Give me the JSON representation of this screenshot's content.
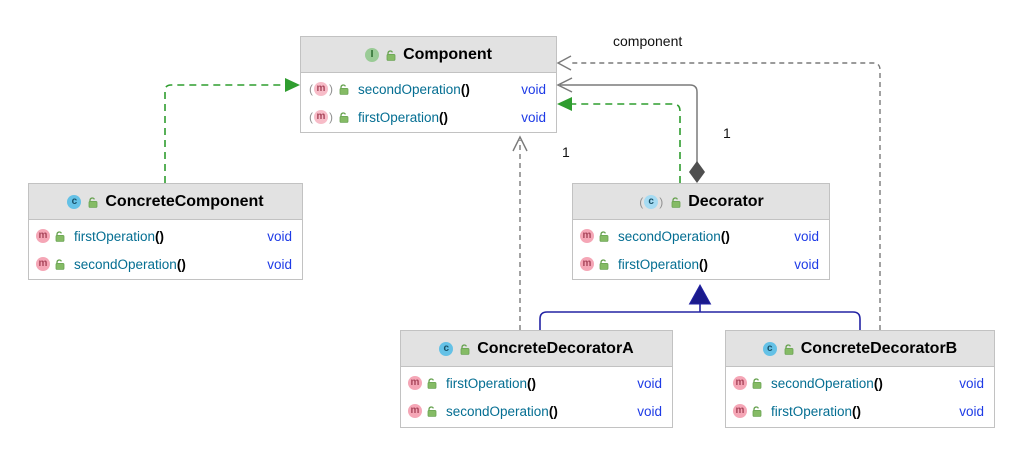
{
  "diagram_type": "uml-class-diagram (Decorator design pattern)",
  "icons": {
    "interface_letter": "I",
    "class_letter": "c",
    "method_letter": "m",
    "abstract_paren_open": "(",
    "abstract_paren_close": ")",
    "visibility_icon": "public-unlocked-padlock"
  },
  "colors": {
    "box_header_bg": "#e2e2e2",
    "box_border": "#c2c2c2",
    "method_name": "#046e92",
    "return_type": "#1e3be6",
    "realization_green": "#2f9d2f",
    "association_gray": "#7a7a7a",
    "inheritance_navy": "#2323a4",
    "diamond_fill": "#4f4f4f"
  },
  "classes": [
    {
      "name": "Component",
      "kind": "interface",
      "methods": [
        {
          "name": "secondOperation",
          "params": "()",
          "returns": "void",
          "abstract": true
        },
        {
          "name": "firstOperation",
          "params": "()",
          "returns": "void",
          "abstract": true
        }
      ]
    },
    {
      "name": "ConcreteComponent",
      "kind": "class",
      "methods": [
        {
          "name": "firstOperation",
          "params": "()",
          "returns": "void",
          "abstract": false
        },
        {
          "name": "secondOperation",
          "params": "()",
          "returns": "void",
          "abstract": false
        }
      ]
    },
    {
      "name": "Decorator",
      "kind": "abstract-class",
      "methods": [
        {
          "name": "secondOperation",
          "params": "()",
          "returns": "void",
          "abstract": false
        },
        {
          "name": "firstOperation",
          "params": "()",
          "returns": "void",
          "abstract": false
        }
      ]
    },
    {
      "name": "ConcreteDecoratorA",
      "kind": "class",
      "methods": [
        {
          "name": "firstOperation",
          "params": "()",
          "returns": "void",
          "abstract": false
        },
        {
          "name": "secondOperation",
          "params": "()",
          "returns": "void",
          "abstract": false
        }
      ]
    },
    {
      "name": "ConcreteDecoratorB",
      "kind": "class",
      "methods": [
        {
          "name": "secondOperation",
          "params": "()",
          "returns": "void",
          "abstract": false
        },
        {
          "name": "firstOperation",
          "params": "()",
          "returns": "void",
          "abstract": false
        }
      ]
    }
  ],
  "edges": [
    {
      "from": "ConcreteComponent",
      "to": "Component",
      "type": "realization"
    },
    {
      "from": "Decorator",
      "to": "Component",
      "type": "realization"
    },
    {
      "from": "Decorator",
      "to": "Component",
      "type": "aggregation",
      "label": "1"
    },
    {
      "from": "ConcreteDecoratorA",
      "to": "Component",
      "type": "dependency",
      "label": "1"
    },
    {
      "from": "ConcreteDecoratorB",
      "to": "Component",
      "type": "dependency",
      "label": "component"
    },
    {
      "from": "ConcreteDecoratorA",
      "to": "Decorator",
      "type": "inheritance"
    },
    {
      "from": "ConcreteDecoratorB",
      "to": "Decorator",
      "type": "inheritance"
    }
  ],
  "edge_labels": {
    "aggregation_field_name": "component",
    "aggregation_multiplicity": "1",
    "dependency_a_multiplicity": "1"
  }
}
